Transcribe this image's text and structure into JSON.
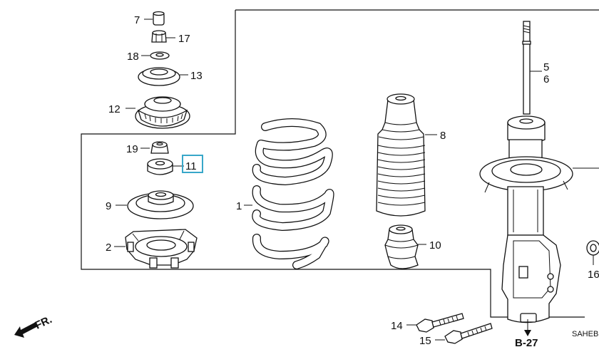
{
  "diagram": {
    "callouts": {
      "p1": "1",
      "p2": "2",
      "p5": "5",
      "p6": "6",
      "p7": "7",
      "p8": "8",
      "p9": "9",
      "p10": "10",
      "p11": "11",
      "p12": "12",
      "p13": "13",
      "p14": "14",
      "p15": "15",
      "p16": "16",
      "p17": "17",
      "p18": "18",
      "p19": "19"
    },
    "reference": "B-27",
    "direction": "FR.",
    "code": "SAHEB",
    "highlighted_callout": "11",
    "highlight_color": "#38a7c9"
  }
}
